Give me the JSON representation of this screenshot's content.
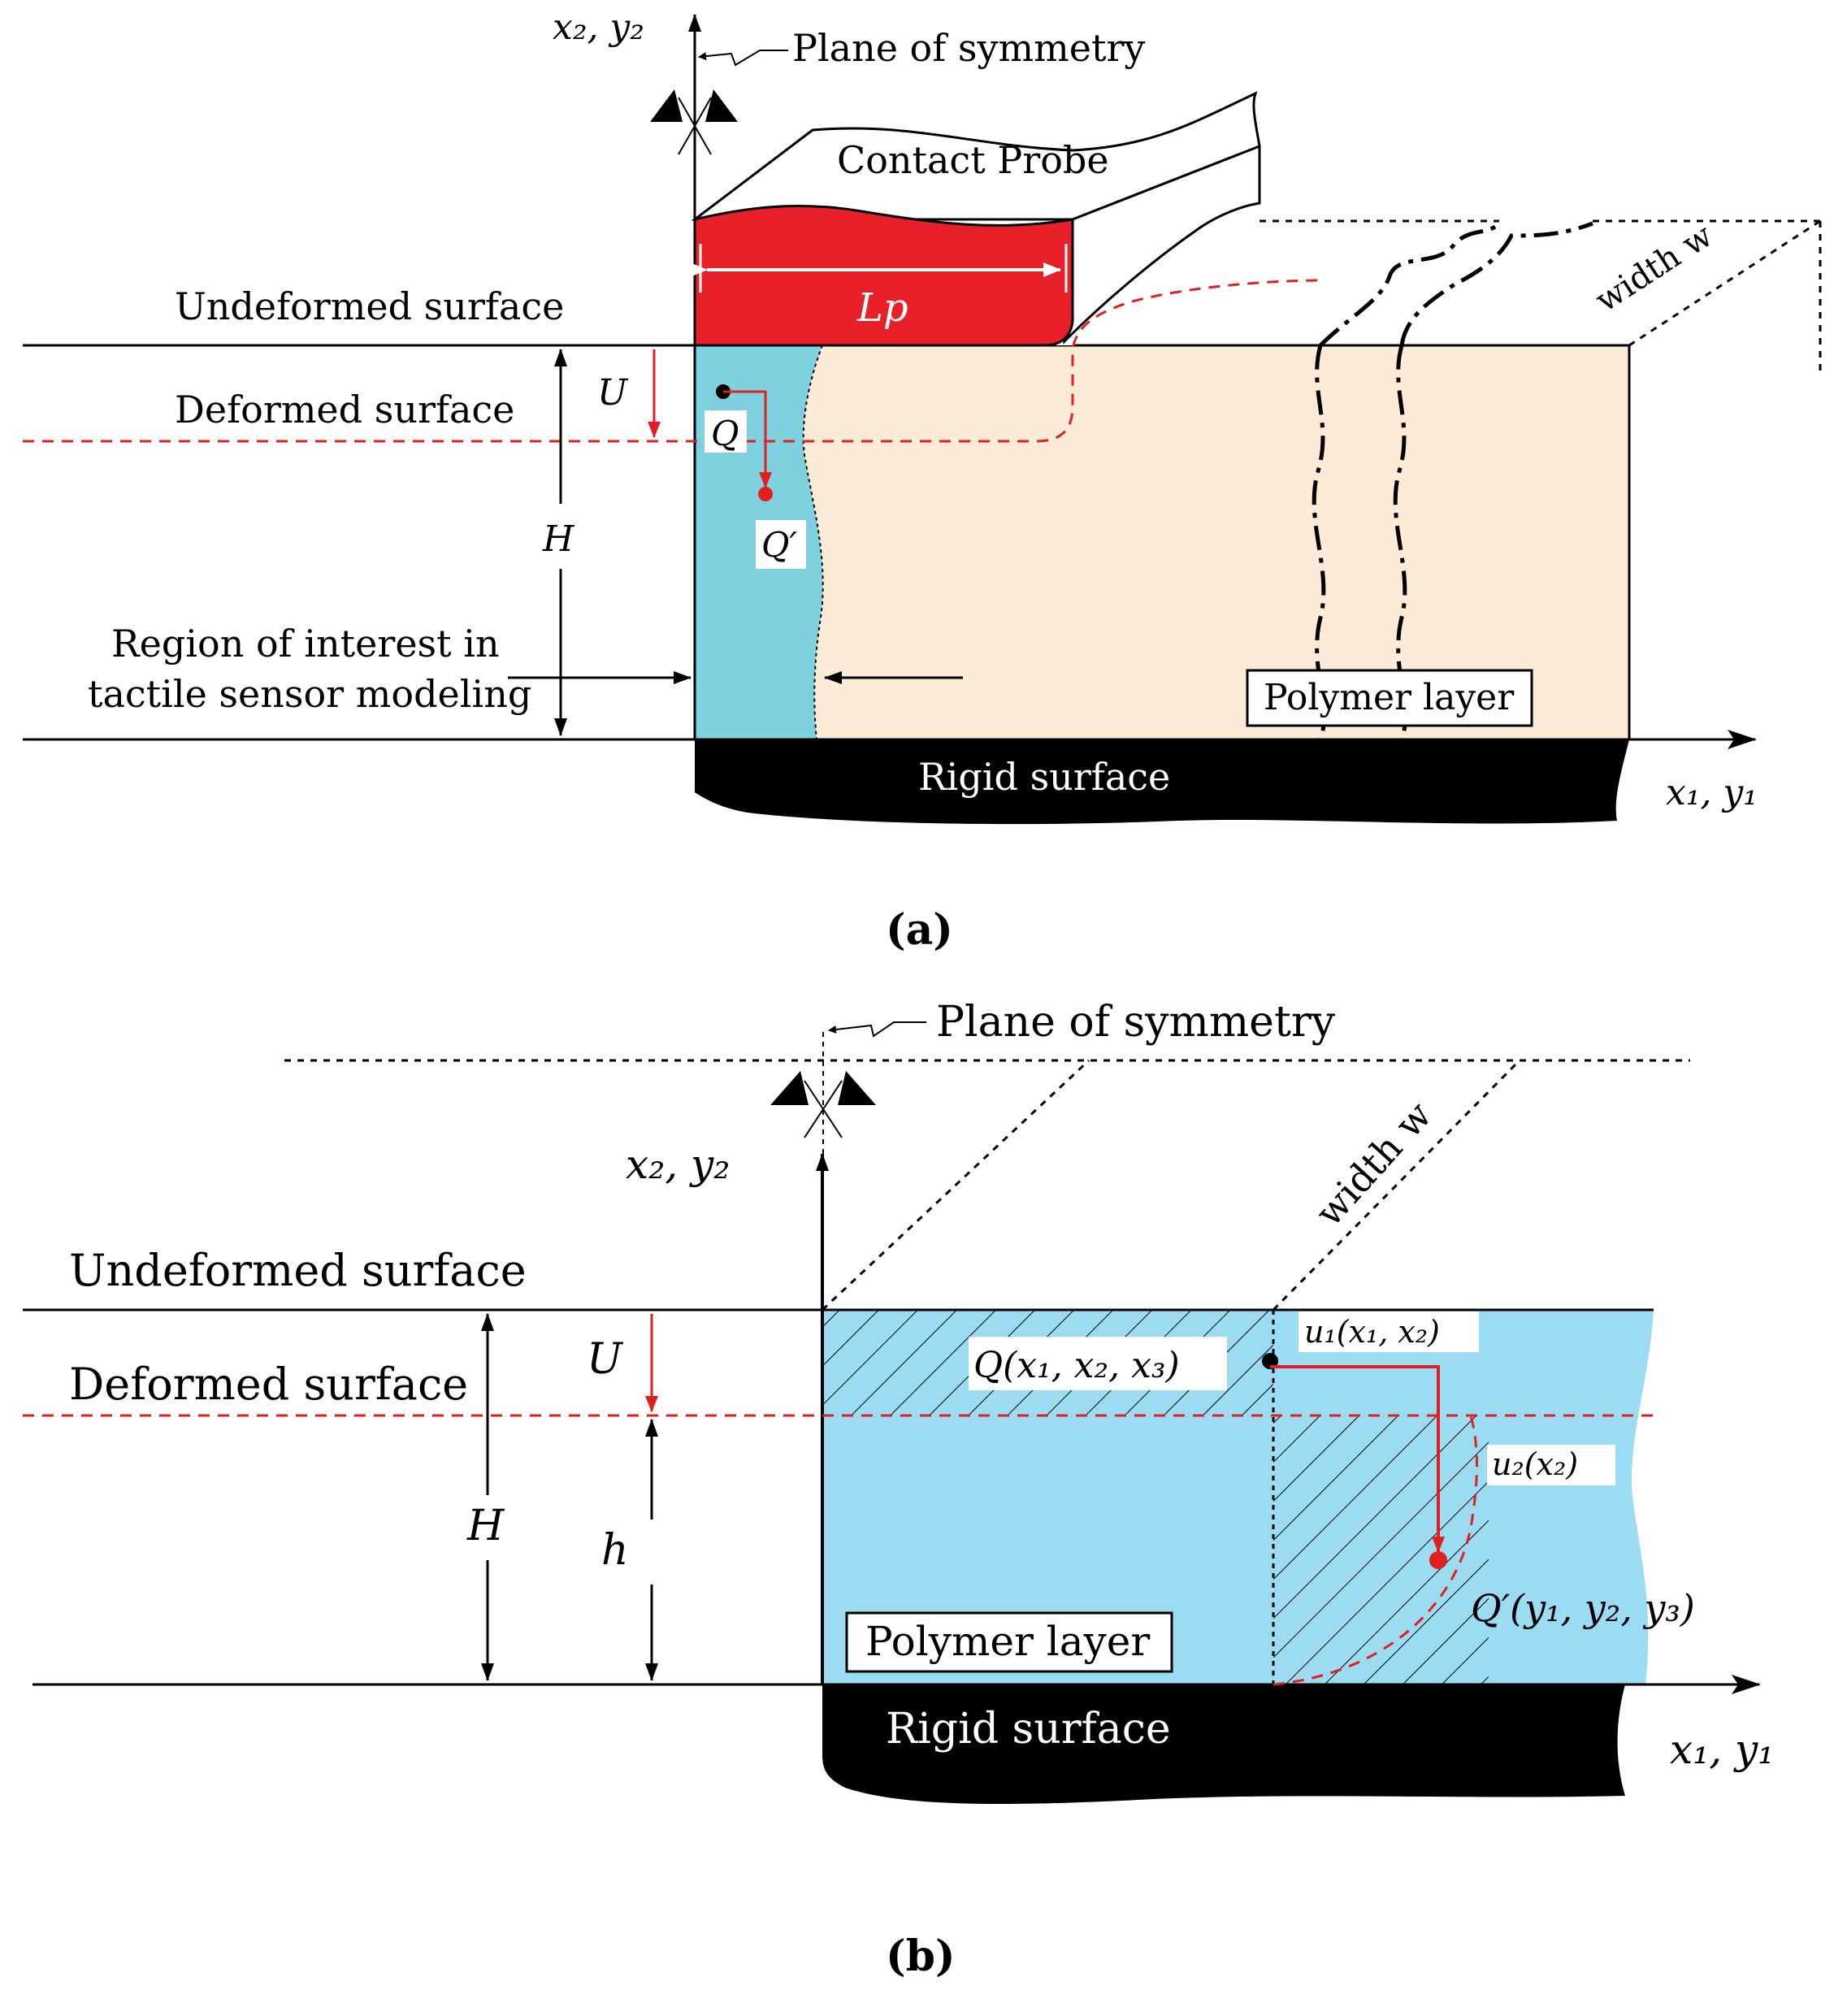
{
  "panel_a": {
    "caption": "(a)",
    "axis_vertical": "x₂, y₂",
    "axis_horizontal": "x₁, y₁",
    "plane_of_symmetry": "Plane of symmetry",
    "contact_probe": "Contact Probe",
    "probe_length": "Lp",
    "undeformed_surface": "Undeformed surface",
    "deformed_surface": "Deformed surface",
    "displacement": "U",
    "thickness": "H",
    "point_q": "Q",
    "point_q_prime": "Q′",
    "width": "width w",
    "region_line1": "Region of interest in",
    "region_line2": "tactile sensor modeling",
    "polymer_layer": "Polymer layer",
    "rigid_surface": "Rigid surface"
  },
  "panel_b": {
    "caption": "(b)",
    "plane_of_symmetry": "Plane of symmetry",
    "axis_vertical": "x₂, y₂",
    "axis_horizontal": "x₁, y₁",
    "undeformed_surface": "Undeformed surface",
    "deformed_surface": "Deformed surface",
    "displacement": "U",
    "thickness_H": "H",
    "thickness_h": "h",
    "width": "width w",
    "point_q": "Q(x₁, x₂, x₃)",
    "u1": "u₁(x₁, x₂)",
    "u2": "u₂(x₂)",
    "point_q_prime": "Q′(y₁, y₂, y₃)",
    "polymer_layer": "Polymer layer",
    "rigid_surface": "Rigid surface"
  },
  "colors": {
    "probe_red": "#e8202a",
    "region_cyan": "#7fd1df",
    "polymer_beige": "#fcecd7",
    "polymer_blue": "#9bdcf2",
    "displacement_red": "#e02020",
    "rigid_black": "#000000"
  }
}
